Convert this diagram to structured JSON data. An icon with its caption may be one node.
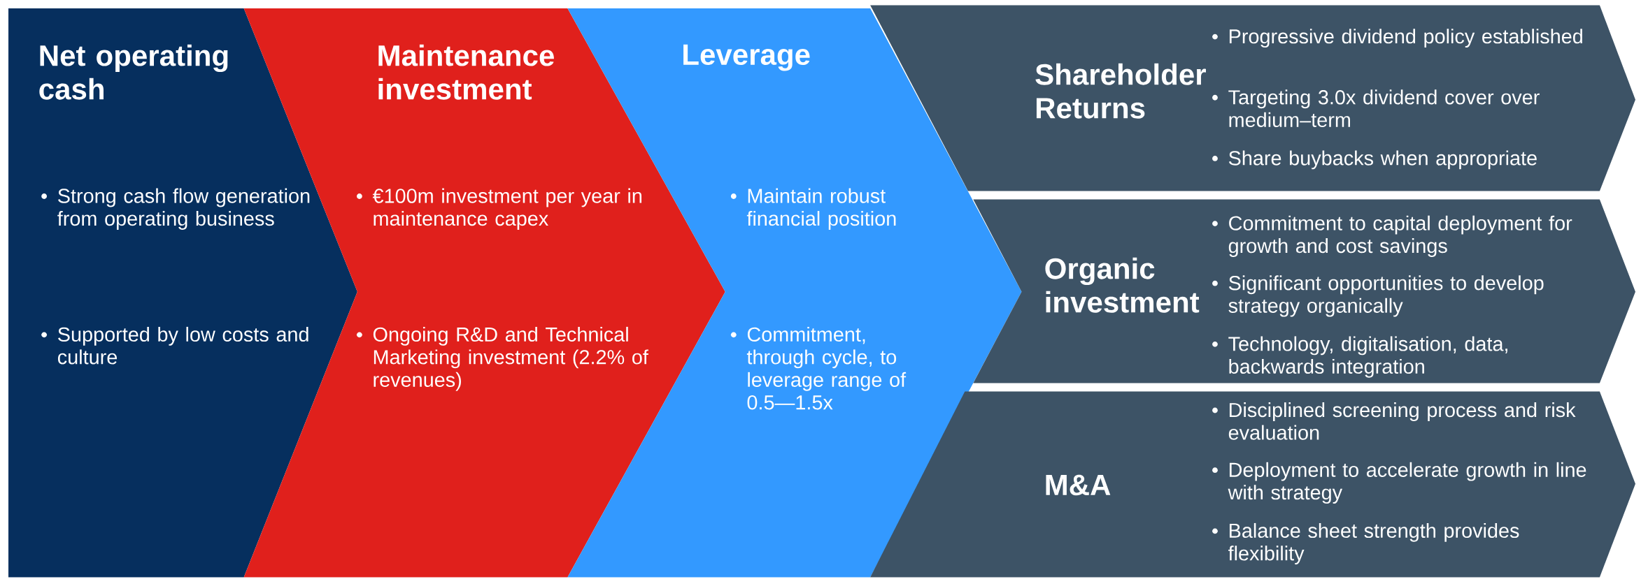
{
  "diagram": {
    "nodes": [
      {
        "text": [
          "Net operating cash",
          "Strong cash flow generation from operating business",
          "Supported by low costs and culture"
        ]
      },
      {
        "text": [
          "Maintenance investment",
          "€100m investment per year in maintenance capex",
          "Ongoing R&D and Technical Marketing investment (2.2% of revenues)"
        ]
      },
      {
        "text": [
          "Leverage",
          "Maintain robust financial position",
          "Commitment, through cycle, to leverage range of 0.5—1.5x"
        ]
      },
      {
        "text": [
          "Shareholder Returns",
          "Progressive dividend policy established",
          "Targeting 3.0x dividend cover over medium–term",
          "Share buybacks when appropriate"
        ]
      },
      {
        "text": [
          "Organic investment",
          "Commitment to capital deployment for growth and cost savings",
          "Significant opportunities to develop strategy organically",
          "Technology, digitalisation, data, backwards integration"
        ]
      },
      {
        "text": [
          "M&A",
          "Disciplined screening process and risk evaluation",
          "Deployment to accelerate growth in line with strategy",
          "Balance sheet strength provides flexibility"
        ]
      }
    ]
  }
}
